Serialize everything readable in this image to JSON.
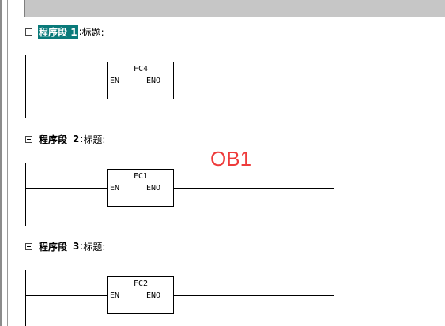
{
  "networks": [
    {
      "label": "程序段",
      "number": "1",
      "separator": ":",
      "title": "标题:",
      "selected": true,
      "block": {
        "name": "FC4",
        "en": "EN",
        "eno": "ENO"
      }
    },
    {
      "label": "程序段",
      "number": "2",
      "separator": ":",
      "title": "标题:",
      "selected": false,
      "block": {
        "name": "FC1",
        "en": "EN",
        "eno": "ENO"
      }
    },
    {
      "label": "程序段",
      "number": "3",
      "separator": ":",
      "title": "标题:",
      "selected": false,
      "block": {
        "name": "FC2",
        "en": "EN",
        "eno": "ENO"
      }
    }
  ],
  "annotation": "OB1",
  "colors": {
    "selection": "#0a7a7a",
    "annotation": "#ee3b3b"
  },
  "icons": {
    "collapse": "collapse-minus-icon"
  }
}
